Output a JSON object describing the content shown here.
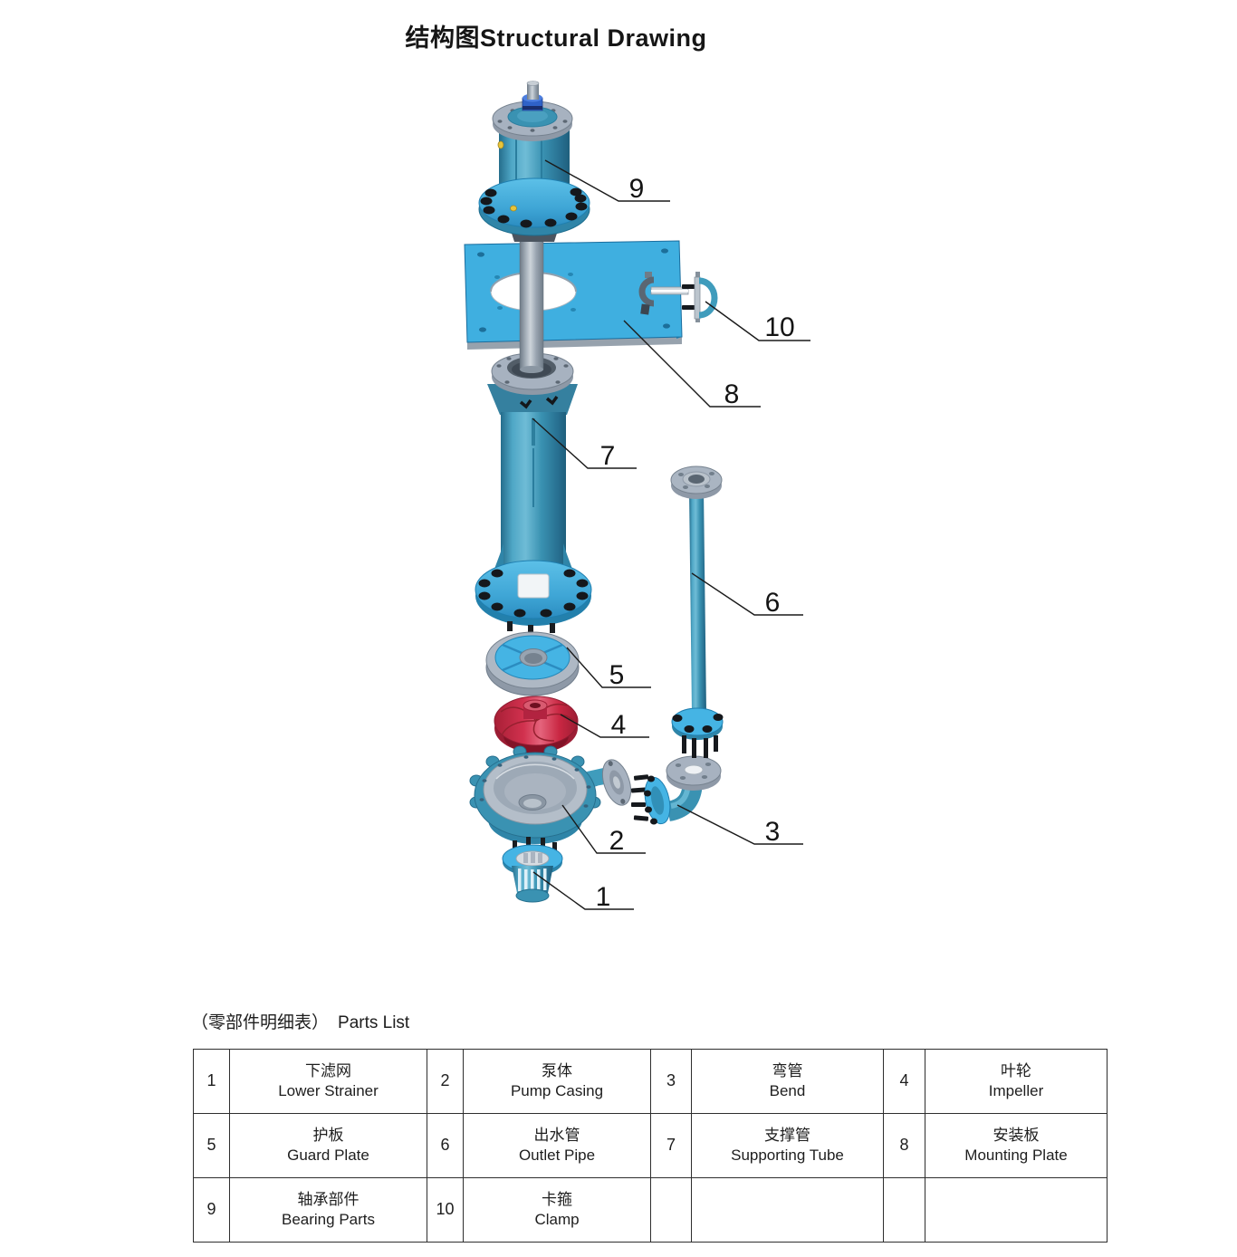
{
  "page": {
    "title": "结构图Structural Drawing"
  },
  "parts_list": {
    "heading_cn": "（零部件明细表）",
    "heading_en": "Parts List",
    "rows": [
      [
        {
          "no": "1",
          "name_cn": "下滤网",
          "name_en": "Lower Strainer"
        },
        {
          "no": "2",
          "name_cn": "泵体",
          "name_en": "Pump Casing"
        },
        {
          "no": "3",
          "name_cn": "弯管",
          "name_en": "Bend"
        },
        {
          "no": "4",
          "name_cn": "叶轮",
          "name_en": "Impeller"
        }
      ],
      [
        {
          "no": "5",
          "name_cn": "护板",
          "name_en": "Guard Plate"
        },
        {
          "no": "6",
          "name_cn": "出水管",
          "name_en": "Outlet Pipe"
        },
        {
          "no": "7",
          "name_cn": "支撑管",
          "name_en": "Supporting Tube"
        },
        {
          "no": "8",
          "name_cn": "安装板",
          "name_en": "Mounting Plate"
        }
      ],
      [
        {
          "no": "9",
          "name_cn": "轴承部件",
          "name_en": "Bearing Parts"
        },
        {
          "no": "10",
          "name_cn": "卡箍",
          "name_en": "Clamp"
        },
        {
          "no": "",
          "name_cn": "",
          "name_en": ""
        },
        {
          "no": "",
          "name_cn": "",
          "name_en": ""
        }
      ]
    ]
  },
  "drawing": {
    "callouts": [
      {
        "label": "1",
        "part": "lower-strainer"
      },
      {
        "label": "2",
        "part": "pump-casing"
      },
      {
        "label": "3",
        "part": "bend"
      },
      {
        "label": "4",
        "part": "impeller"
      },
      {
        "label": "5",
        "part": "guard-plate"
      },
      {
        "label": "6",
        "part": "outlet-pipe"
      },
      {
        "label": "7",
        "part": "supporting-tube"
      },
      {
        "label": "8",
        "part": "mounting-plate"
      },
      {
        "label": "9",
        "part": "bearing-parts"
      },
      {
        "label": "10",
        "part": "clamp"
      }
    ],
    "colors": {
      "teal_body": "#3a92b2",
      "bright_blue": "#41b1e0",
      "metal_gray": "#a7b2c0",
      "impeller_red": "#c92742",
      "hub_blue": "#2f62c8",
      "bolt_black": "#15181c",
      "line_black": "#1a1a1a"
    }
  }
}
